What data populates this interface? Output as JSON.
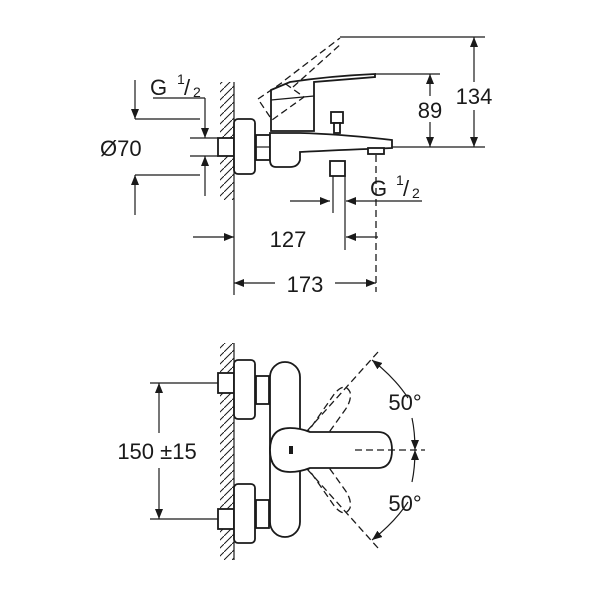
{
  "side_view": {
    "thread_inlet": {
      "main": "G",
      "fraction_num": "1",
      "fraction_den": "2"
    },
    "diameter": "Ø70",
    "height_spout": "89",
    "height_total": "134",
    "thread_outlet": {
      "main": "G",
      "fraction_num": "1",
      "fraction_den": "2"
    },
    "projection_outlet": "127",
    "projection_spout": "173"
  },
  "front_view": {
    "centres": "150 ±15",
    "angle_up": "50°",
    "angle_down": "50°"
  }
}
